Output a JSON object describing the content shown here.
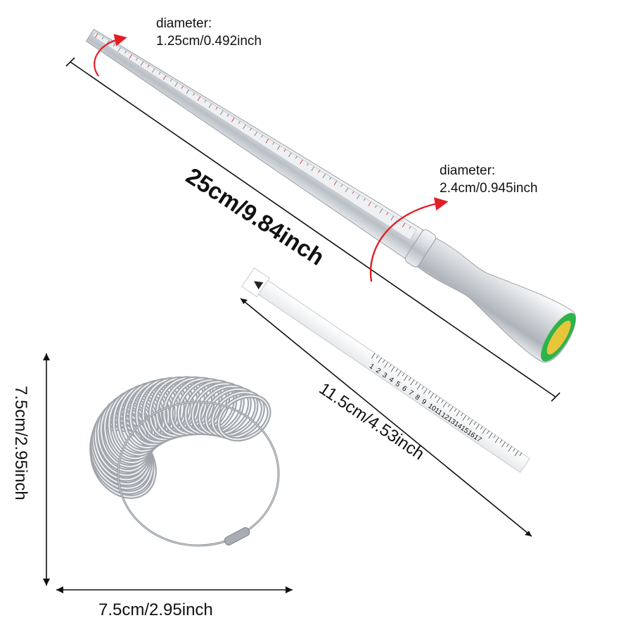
{
  "stick": {
    "top_diameter": {
      "label": "diameter:",
      "value": "1.25cm/0.492inch"
    },
    "bottom_diameter": {
      "label": "diameter:",
      "value": "2.4cm/0.945inch"
    },
    "length": "25cm/9.84inch"
  },
  "strip": {
    "length": "11.5cm/4.53inch",
    "scale_numbers": [
      "1",
      "2",
      "3",
      "4",
      "5",
      "6",
      "7",
      "8",
      "9",
      "10",
      "11",
      "12",
      "13",
      "14",
      "15",
      "16",
      "17"
    ]
  },
  "rings": {
    "height": "7.5cm/2.95inch",
    "width": "7.5cm/2.95inch"
  },
  "colors": {
    "accent": "#e31e24",
    "metal": "#c9ced3",
    "cap_outer": "#2db34a",
    "cap_inner": "#e8c63a"
  }
}
